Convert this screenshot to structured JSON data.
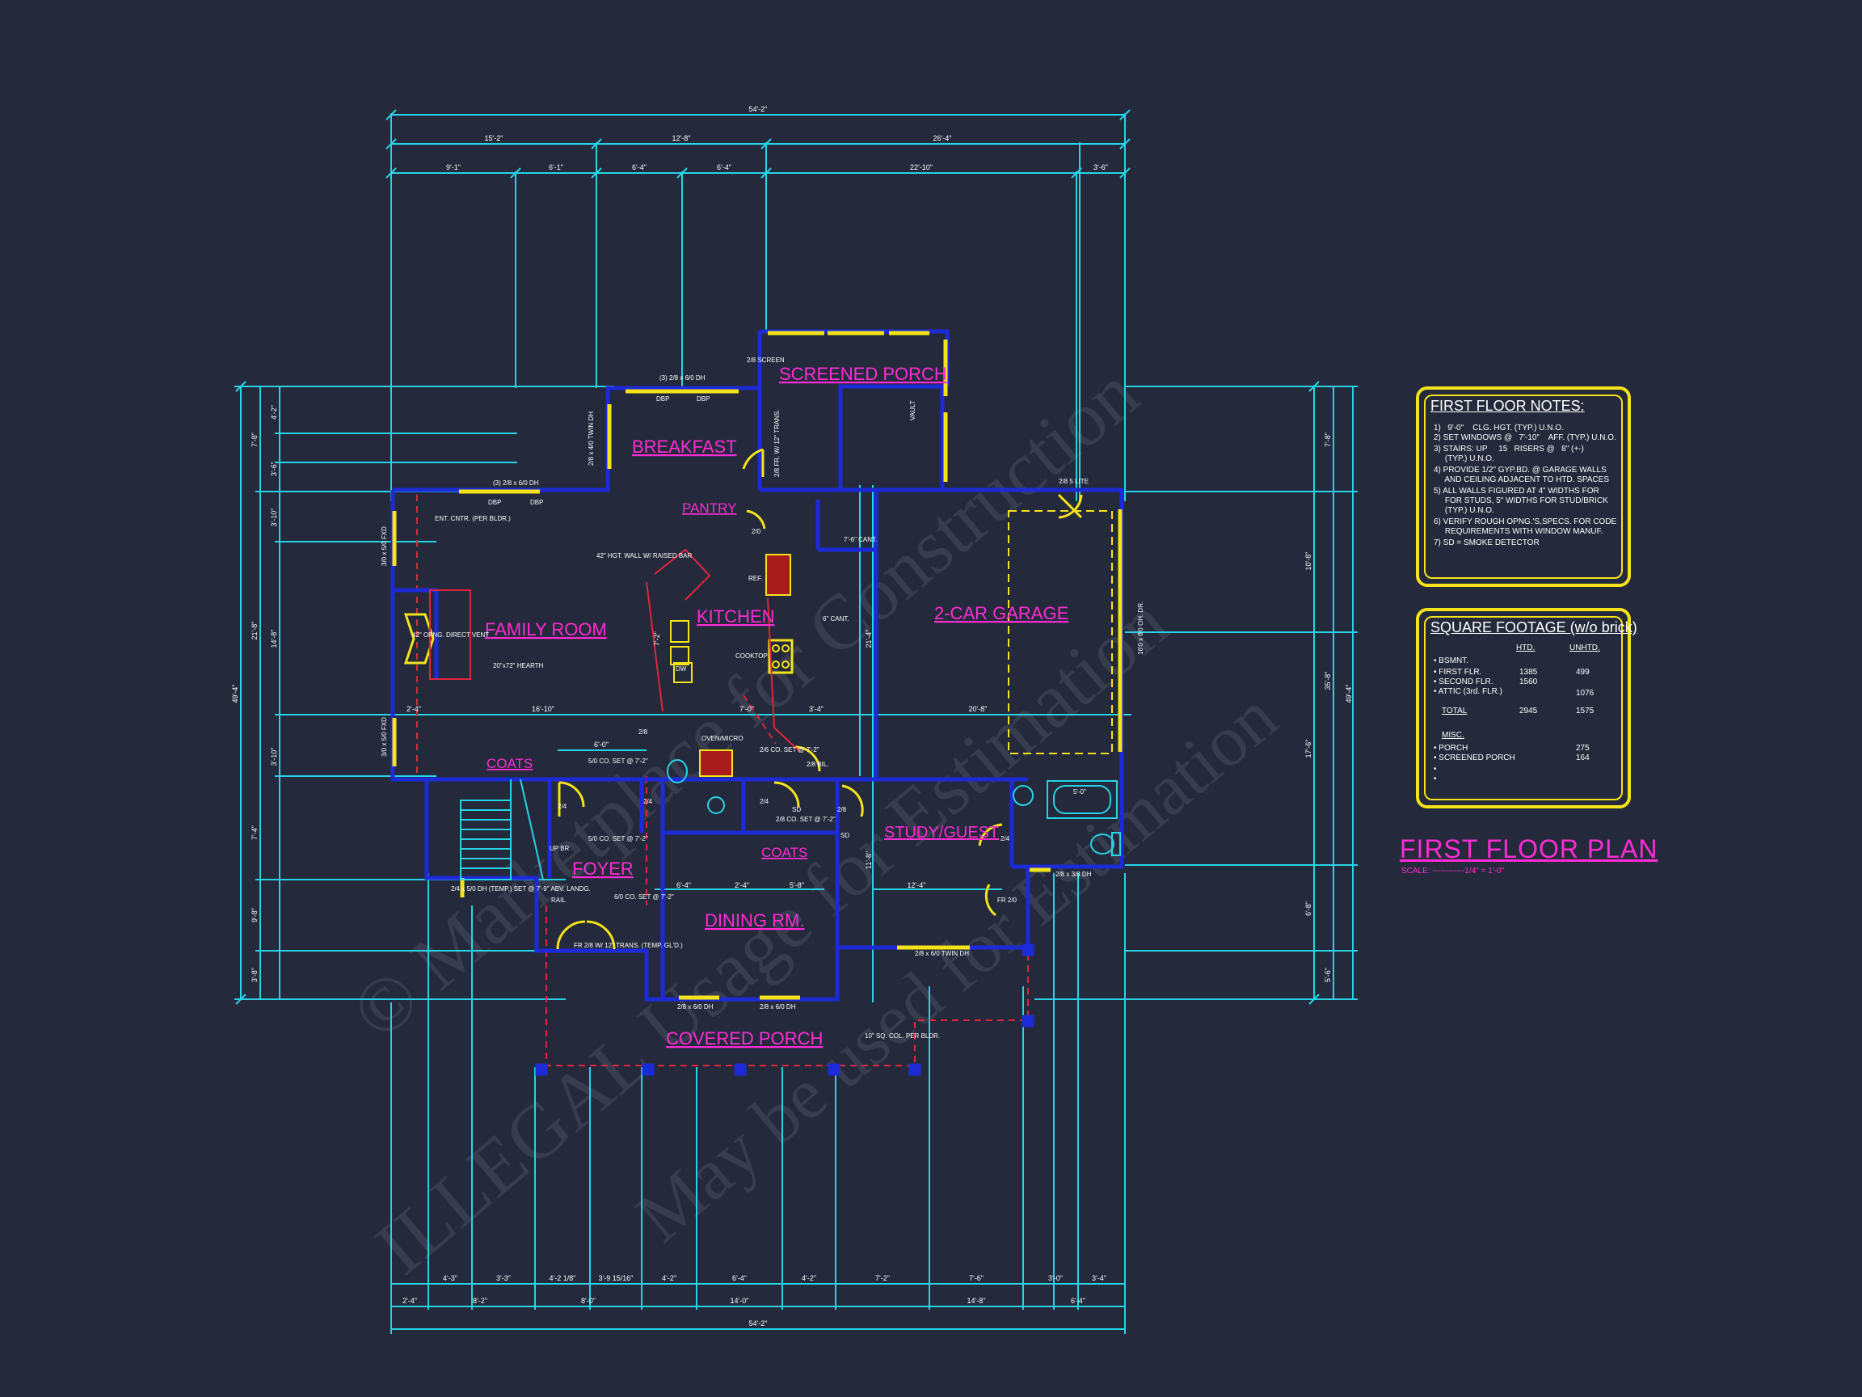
{
  "title": {
    "plan_title": "FIRST FLOOR PLAN",
    "scale": "SCALE: ------------1/4\" = 1'-0\""
  },
  "rooms": {
    "screened_porch": "SCREENED PORCH",
    "breakfast": "BREAKFAST",
    "pantry": "PANTRY",
    "family_room": "FAMILY ROOM",
    "kitchen": "KITCHEN",
    "garage": "2-CAR GARAGE",
    "coats_1": "COATS",
    "coats_2": "COATS",
    "foyer": "FOYER",
    "study": "STUDY/GUEST",
    "dining": "DINING RM.",
    "covered_porch": "COVERED PORCH"
  },
  "dimensions": {
    "top_overall": "54'-2\"",
    "top_row2": [
      "15'-2\"",
      "12'-8\"",
      "26'-4\""
    ],
    "top_row3": [
      "9'-1\"",
      "6'-1\"",
      "6'-4\"",
      "6'-4\"",
      "22'-10\"",
      "3'-6\""
    ],
    "bottom_overall": "54'-2\"",
    "bottom_row1": [
      "4'-3\"",
      "3'-3\"",
      "4'-2 1/8\"",
      "3'-9 15/16\"",
      "4'-2\"",
      "6'-4\"",
      "4'-2\"",
      "7'-2\"",
      "7'-6\"",
      "3'-0\"",
      "3'-4\""
    ],
    "bottom_row2": [
      "2'-4\"",
      "8'-2\"",
      "8'-0\"",
      "14'-0\"",
      "14'-8\"",
      "6'-4\""
    ],
    "left_outer": "49'-4\"",
    "left_mid": [
      "7'-8\"",
      "21'-8\"",
      "7'-4\"",
      "9'-8\"",
      "3'-8\""
    ],
    "left_inner": [
      "4'-2\"",
      "3'-6\"",
      "3'-10\"",
      "14'-8\"",
      "3'-10\""
    ],
    "right_outer": "49'-4\"",
    "right_mid": [
      "7'-8\"",
      "35'-8\"",
      "5'-6\""
    ],
    "right_inner": [
      "10'-8\"",
      "17'-6\"",
      "6'-8\""
    ],
    "interior": [
      "16'-10\"",
      "2'-4\"",
      "7'-0\"",
      "3'-4\"",
      "20'-8\"",
      "6'-0\"",
      "6'-4\"",
      "2'-4\"",
      "5'-8\"",
      "12'-4\"",
      "21'-4\"",
      "11'-8\"",
      "7'-2\""
    ]
  },
  "annotations": {
    "screened_porch_vault": "VAULT",
    "door_screen": "2/8 SCREEN",
    "win_breakfast": "(3) 2/8 x 6/0 DH",
    "win_breakfast_dbp1": "DBP",
    "win_breakfast_dbp2": "DBP",
    "win_breakfast_side": "2/8 x 4/0 TWIN DH",
    "door_breakfast": "2/8 FR. W/ 12\" TRANS.",
    "win_family": "(3) 2/8 x 6/0 DH",
    "dbp_family_1": "DBP",
    "dbp_family_2": "DBP",
    "ent_cntr": "ENT. CNTR. (PER BLDR.)",
    "fireplace": "42\" OPNG. DIRECT VENT",
    "hearth": "20\"x72\" HEARTH",
    "win_family_side_1": "3/0 x 5/0 FXD",
    "win_family_side_2": "3/0 x 5/0 FXD",
    "raised_bar": "42\" HGT. WALL W/ RAISED BAR",
    "ref": "REF.",
    "cooktop": "COOKTOP",
    "dw": "DW",
    "cant_1": "7'-6\" CANT.",
    "cant_2": "6\" CANT.",
    "pantry_door": "2/0",
    "ovenmicro": "OVEN/MICRO",
    "co_1": "2/6 CO. SET @ 7'-2\"",
    "co_2": "5/0 CO. SET @ 7'-2\"",
    "co_3": "5/0 CO. SET @ 7'-2\"",
    "co_4": "6/0 CO. SET @ 7'-2\"",
    "co_5": "2/8 CO. SET @ 7'-2\"",
    "door_24_1": "2/4",
    "door_24_2": "2/4",
    "door_24_3": "2/4",
    "door_24_4": "2/4",
    "door_28_1": "2/8",
    "door_28_2": "2/8 BIL.",
    "door_28_3": "2/8",
    "up_br": "UP BR",
    "rail": "RAIL",
    "win_foyer": "2/4 x 5/0 DH (TEMP.) SET @ 7'-9\" ABV. LANDG.",
    "entry_door": "FR 2/8 W/ 12\" TRANS. (TEMP. GL'D.)",
    "garage_door": "16'0 x 8'0 OH. DR.",
    "garage_lite": "2/8 5 LITE",
    "win_dining": "2/8 x 6/0 DH",
    "win_dining_2": "2/8 x 6/0 DH",
    "win_study": "2/8 x 6/0 TWIN DH",
    "win_bath": "2/8 x 3/8 DH",
    "tub": "5'-0\"",
    "study_door": "FR 2/0",
    "col": "10\" SQ. COL. PER BLDR.",
    "sd_1": "SD",
    "sd_2": "SD"
  },
  "notes_box": {
    "title": "FIRST FLOOR NOTES:",
    "lines": [
      "1)   9'-0\"    CLG. HGT. (TYP.) U.N.O.",
      "2) SET WINDOWS @   7'-10\"    AFF. (TYP.) U.N.O.",
      "3) STAIRS: UP     15   RISERS @   8\" (+-)",
      "     (TYP.) U.N.O.",
      "4) PROVIDE 1/2\" GYP.BD. @ GARAGE WALLS",
      "     AND CEILING ADJACENT TO HTD. SPACES",
      "5) ALL WALLS FIGURED AT 4\" WIDTHS FOR",
      "     FOR STUDS, 5\" WIDTHS FOR STUD/BRICK",
      "     (TYP.) U.N.O.",
      "6) VERIFY ROUGH OPNG.'S,SPECS. FOR CODE",
      "     REQUIREMENTS WITH WINDOW MANUF.",
      "7) SD = SMOKE DETECTOR"
    ]
  },
  "sqft_box": {
    "title": "SQUARE FOOTAGE (w/o brick)",
    "col_htd": "HTD.",
    "col_unhtd": "UNHTD.",
    "rows": [
      {
        "label": "• BSMNT.",
        "htd": "",
        "unhtd": ""
      },
      {
        "label": "• FIRST FLR.",
        "htd": "1385",
        "unhtd": "499"
      },
      {
        "label": "• SECOND FLR.",
        "htd": "1560",
        "unhtd": ""
      },
      {
        "label": "• ATTIC (3rd. FLR.)",
        "htd": "",
        "unhtd": "1076"
      }
    ],
    "total_label": "TOTAL",
    "total_htd": "2945",
    "total_unhtd": "1575",
    "misc_label": "MISC.",
    "misc_rows": [
      {
        "label": "• PORCH",
        "val": "275"
      },
      {
        "label": "• SCREENED PORCH",
        "val": "164"
      },
      {
        "label": "•",
        "val": ""
      },
      {
        "label": "•",
        "val": ""
      }
    ]
  },
  "watermark": {
    "line1": "© Marketplace for Construction",
    "line2": "ILLEGAL Usage for Estimation",
    "line3": "May be used for Estimation"
  },
  "colors": {
    "background": "#242a3b",
    "dimension": "#27d3e6",
    "wall": "#1d2ad8",
    "window": "#f5e31a",
    "room_label": "#ff2bd6",
    "annotation": "#ffffff",
    "porch_edge": "#e0263a"
  }
}
